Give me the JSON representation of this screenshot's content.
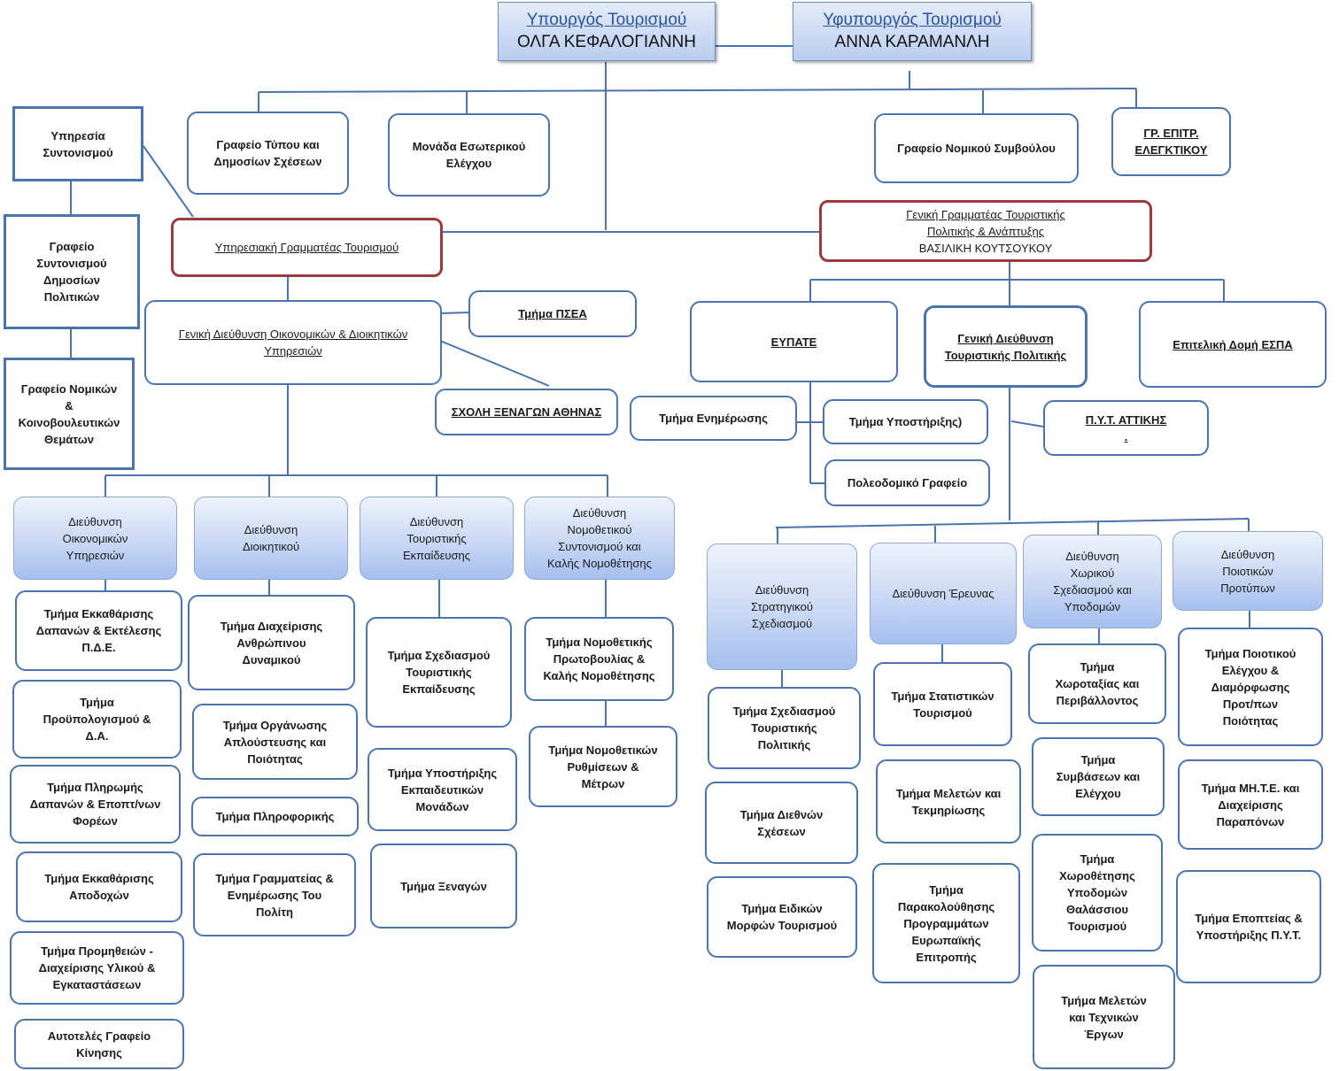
{
  "ministers": {
    "minister_title": "Υπουργός  Τουρισμού",
    "minister_name": "ΟΛΓΑ ΚΕΦΑΛΟΓΙΑΝΝΗ",
    "deputy_title": "Υφυπουργός  Τουρισμού",
    "deputy_name": "ΑΝΝΑ ΚΑΡΑΜΑΝΛΗ"
  },
  "left_column": {
    "coordination": "Υπηρεσία\nΣυντονισμού",
    "public_policy": "Γραφείο\nΣυντονισμού\nΔημοσίων\nΠολιτικών",
    "legal_parliamentary": "Γραφείο Νομικών\n&\nΚοινοβουλευτικών\nΘεμάτων"
  },
  "staff_offices": {
    "press": "Γραφείο Τύπου και\nΔημοσίων Σχέσεων",
    "internal_audit": "Μονάδα Εσωτερικού\nΕλέγχου",
    "legal_advisor": "Γραφείο Νομικού Συμβούλου",
    "audit_committee": "ΓΡ. ΕΠΙΤΡ.\nΕΛΕΓΚΤΙΚΟΥ"
  },
  "service_secretary": "Υπηρεσιακή Γραμματέας Τουρισμού",
  "general_secretariat": {
    "line1": " Γενική Γραμματέας Τουριστικής",
    "line2": "Πολιτικής & Ανάπτυξης",
    "line3": "ΒΑΣΙΛΙΚΗ ΚΟΥΤΣΟΥΚΟΥ"
  },
  "gd_finance": {
    "title": "Γενική Διεύθυνση Οικονομικών & Διοικητικών\nΥπηρεσιών",
    "psea": "Τμήμα ΠΣΕΑ",
    "guides_school": "ΣΧΟΛΗ ΞΕΝΑΓΩΝ ΑΘΗΝΑΣ"
  },
  "directorates_left": [
    {
      "title": "Διεύθυνση\nΟικονομικών\nΥπηρεσιών",
      "depts": [
        "Τμήμα Εκκαθάρισης\nΔαπανών & Εκτέλεσης\nΠ.Δ.Ε.",
        "Τμήμα\nΠροϋπολογισμού &\nΔ.Α.",
        "Τμήμα Πληρωμής\nΔαπανών & Εποπτ/νων\nΦορέων",
        "Τμήμα Εκκαθάρισης\nΑποδοχών",
        "Τμήμα Προμηθειών -\nΔιαχείρισης Υλικού &\nΕγκαταστάσεων",
        "Αυτοτελές Γραφείο\nΚίνησης"
      ]
    },
    {
      "title": "Διεύθυνση\nΔιοικητικού",
      "depts": [
        "Τμήμα Διαχείρισης\nΑνθρώπινου\nΔυναμικού",
        "Τμήμα Οργάνωσης\nΑπλούστευσης και\nΠοιότητας",
        "Τμήμα Πληροφορικής",
        "Τμήμα Γραμματείας &\nΕνημέρωσης Του\nΠολίτη"
      ]
    },
    {
      "title": "Διεύθυνση\nΤουριστικής\nΕκπαίδευσης",
      "depts": [
        "Τμήμα Σχεδιασμού\nΤουριστικής\nΕκπαίδευσης",
        "Τμήμα Υποστήριξης\nΕκπαιδευτικών\nΜονάδων",
        "Τμήμα Ξεναγών"
      ]
    },
    {
      "title": "Διεύθυνση\nΝομοθετικού\nΣυντονισμού και\nΚαλής Νομοθέτησης",
      "depts": [
        "Τμήμα Νομοθετικής\nΠρωτοβουλίας &\nΚαλής Νομοθέτησης",
        "Τμήμα Νομοθετικών\nΡυθμίσεων &\nΜέτρων"
      ]
    }
  ],
  "right_units": {
    "eypate": "ΕΥΠΑΤΕ",
    "gd_tourism_policy": "Γενική Διεύθυνση\nΤουριστικής Πολιτικής",
    "espa": "Επιτελική Δομή ΕΣΠΑ",
    "info_dept": "Τμήμα Ενημέρωσης",
    "support_dept": "Τμήμα Υποστήριξης)",
    "planning_office": "Πολεοδομικό Γραφείο",
    "pyt_attica": "Π.Υ.Τ.  ΑΤΤΙΚΗΣ\n."
  },
  "directorates_right": [
    {
      "title": "Διεύθυνση\nΣτρατηγικού\nΣχεδιασμού",
      "depts": [
        "Τμήμα Σχεδιασμού\nΤουριστικής\nΠολιτικής",
        "Τμήμα Διεθνών\nΣχέσεων",
        "Τμήμα Ειδικών\nΜορφών Τουρισμού"
      ]
    },
    {
      "title": "Διεύθυνση  Έρευνας",
      "depts": [
        "Τμήμα Στατιστικών\nΤουρισμού",
        "Τμήμα Μελετών και\nΤεκμηρίωσης",
        "Τμήμα\nΠαρακολούθησης\nΠρογραμμάτων\nΕυρωπαϊκής\nΕπιτροπής"
      ]
    },
    {
      "title": "Διεύθυνση\nΧωρικού\nΣχεδιασμού και\nΥποδομών",
      "depts": [
        "Τμήμα\nΧωροταξίας και\nΠεριβάλλοντος",
        "Τμήμα\nΣυμβάσεων και\nΕλέγχου",
        "Τμήμα\nΧωροθέτησης\nΥποδομών\nΘαλάσσιου\nΤουρισμού",
        "Τμήμα Μελετών\nκαι Τεχνικών\nΈργων"
      ]
    },
    {
      "title": "Διεύθυνση\nΠοιοτικών\nΠροτύπων",
      "depts": [
        "Τμήμα Ποιοτικού\nΕλέγχου &\nΔιαμόρφωσης\nΠροτ/πων\nΠοιότητας",
        "Τμήμα ΜΗ.Τ.Ε. και\nΔιαχείρισης\nΠαραπόνων",
        "Τμήμα Εποπτείας &\nΥποστήριξης Π.Υ.Τ."
      ]
    }
  ]
}
